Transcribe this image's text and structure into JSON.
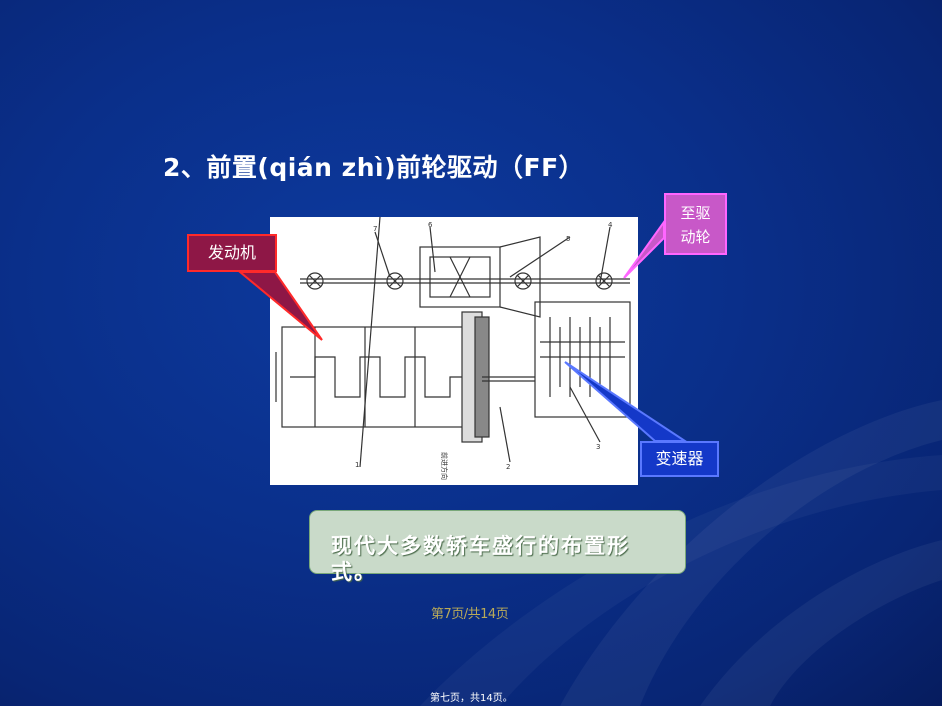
{
  "slide": {
    "title": "2、前置(qián zhì)前轮驱动（FF）",
    "note": "现代大多数轿车盛行的布置形式。",
    "page_label": "第7页/共14页",
    "footer": "第七页，共14页。"
  },
  "callouts": {
    "engine": "发动机",
    "wheel_line1": "至驱",
    "wheel_line2": "动轮",
    "gearbox": "变速器"
  },
  "diagram": {
    "labels": [
      "1",
      "2",
      "3",
      "4",
      "5",
      "6",
      "7"
    ],
    "direction_text": "前进方向"
  },
  "colors": {
    "background": "#0a2f8a",
    "engine_callout": "#8e1746",
    "wheel_callout": "#c858c8",
    "gearbox_callout": "#1438c8",
    "note_box": "#c9dac9"
  }
}
